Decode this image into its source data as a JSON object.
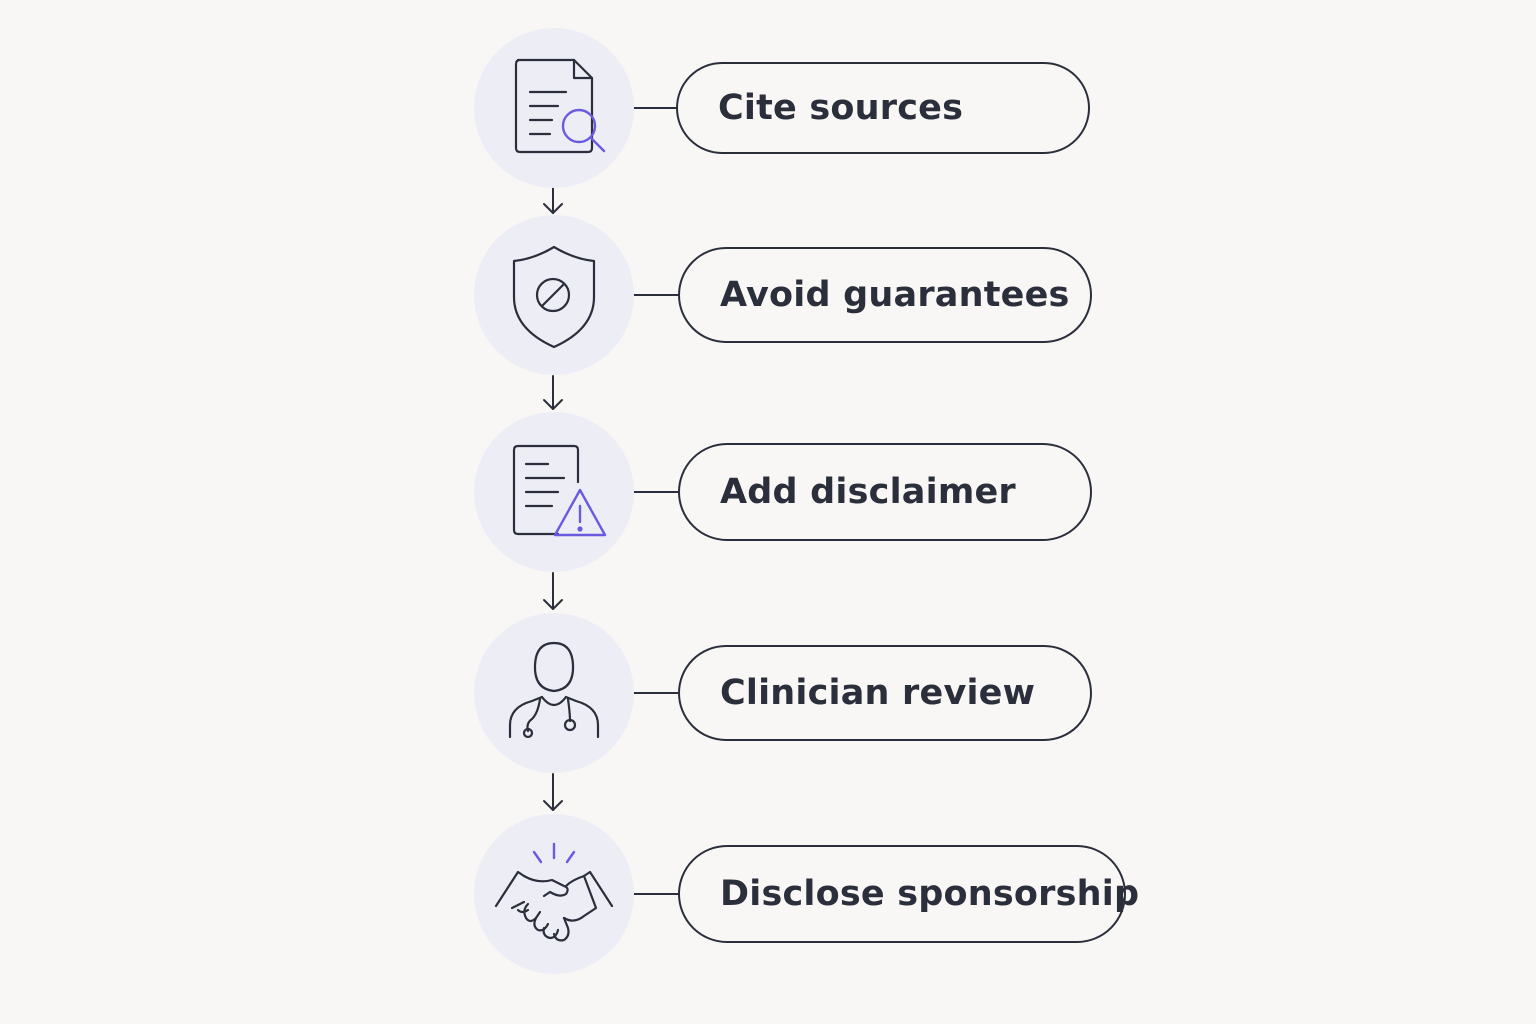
{
  "steps": [
    {
      "label": "Cite sources",
      "icon": "document-search-icon"
    },
    {
      "label": "Avoid guarantees",
      "icon": "shield-prohibited-icon"
    },
    {
      "label": "Add disclaimer",
      "icon": "document-warning-icon"
    },
    {
      "label": "Clinician review",
      "icon": "clinician-stethoscope-icon"
    },
    {
      "label": "Disclose sponsorship",
      "icon": "handshake-icon"
    }
  ],
  "colors": {
    "background": "#f8f7f5",
    "ink": "#2b2f3b",
    "accent": "#6a5ae0",
    "circle": "#ededf6"
  }
}
